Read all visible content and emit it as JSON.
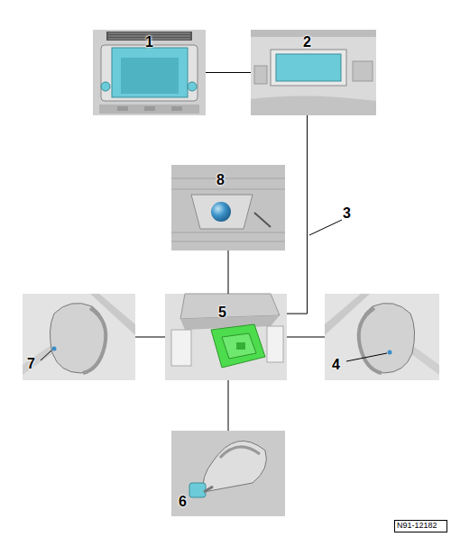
{
  "diagram": {
    "nodes": [
      {
        "text": [
          "1"
        ]
      },
      {
        "text": [
          "2"
        ]
      },
      {
        "text": [
          "8"
        ]
      },
      {
        "text": [
          "7"
        ]
      },
      {
        "text": [
          "5"
        ]
      },
      {
        "text": [
          "4"
        ]
      },
      {
        "text": [
          "6"
        ]
      }
    ],
    "edges": [
      {
        "from": 0,
        "to": 1,
        "arrow": "none"
      },
      {
        "from": 1,
        "to": 4,
        "arrow": "none"
      },
      {
        "from": 2,
        "to": 4,
        "arrow": "none"
      },
      {
        "from": 3,
        "to": 4,
        "arrow": "none"
      },
      {
        "from": 4,
        "to": 5,
        "arrow": "none"
      },
      {
        "from": 4,
        "to": 6,
        "arrow": "none"
      }
    ],
    "labels": [
      "3",
      "N91-12182"
    ]
  }
}
